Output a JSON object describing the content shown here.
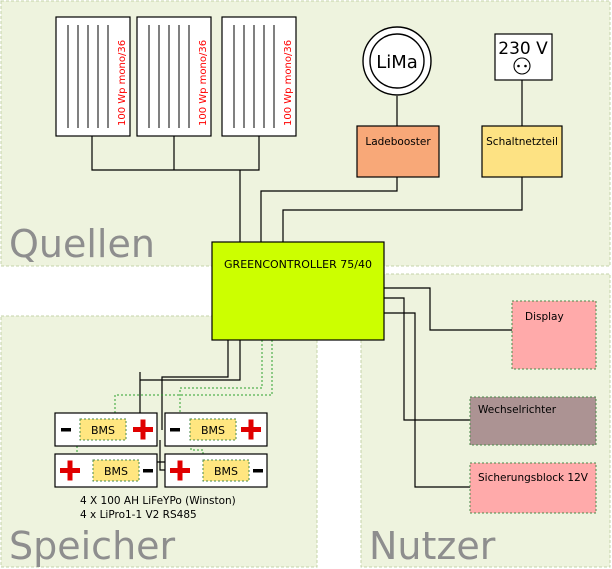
{
  "regions": {
    "sources": "Quellen",
    "storage": "Speicher",
    "consumers": "Nutzer"
  },
  "panels": [
    {
      "label": "100 Wp mono/36"
    },
    {
      "label": "100 Wp mono/36"
    },
    {
      "label": "100 Wp mono/36"
    }
  ],
  "alternator": "LiMa",
  "outlet": {
    "label": "230 V",
    "symbol": "••"
  },
  "ladebooster": "Ladebooster",
  "schaltnetzteil": "Schaltnetzteil",
  "controller": "GREENCONTROLLER 75/40",
  "battery": {
    "bms_label": "BMS",
    "plus": "+",
    "minus": "-",
    "caption_line1": "4 X 100 AH LiFeYPo (Winston)",
    "caption_line2": "4 x LiPro1-1 V2 RS485"
  },
  "loads": {
    "display": "Display",
    "wechselrichter": "Wechselrichter",
    "sicherungsblock": "Sicherungsblock 12V"
  },
  "colors": {
    "region_fill": "#eef3de",
    "region_border": "#c4d3a8",
    "region_title": "#8e8e8e",
    "controller": "#ccff00",
    "ladebooster": "#f8a878",
    "schaltnetzteil": "#fde283",
    "display": "#ffaaaa",
    "wechselrichter": "#ac9393",
    "sicherungsblock": "#ffaaaa",
    "bms": "#ffe680",
    "plus": "#e00000",
    "panel_text": "#ff0000",
    "dotted_wire": "#2ca02c"
  }
}
